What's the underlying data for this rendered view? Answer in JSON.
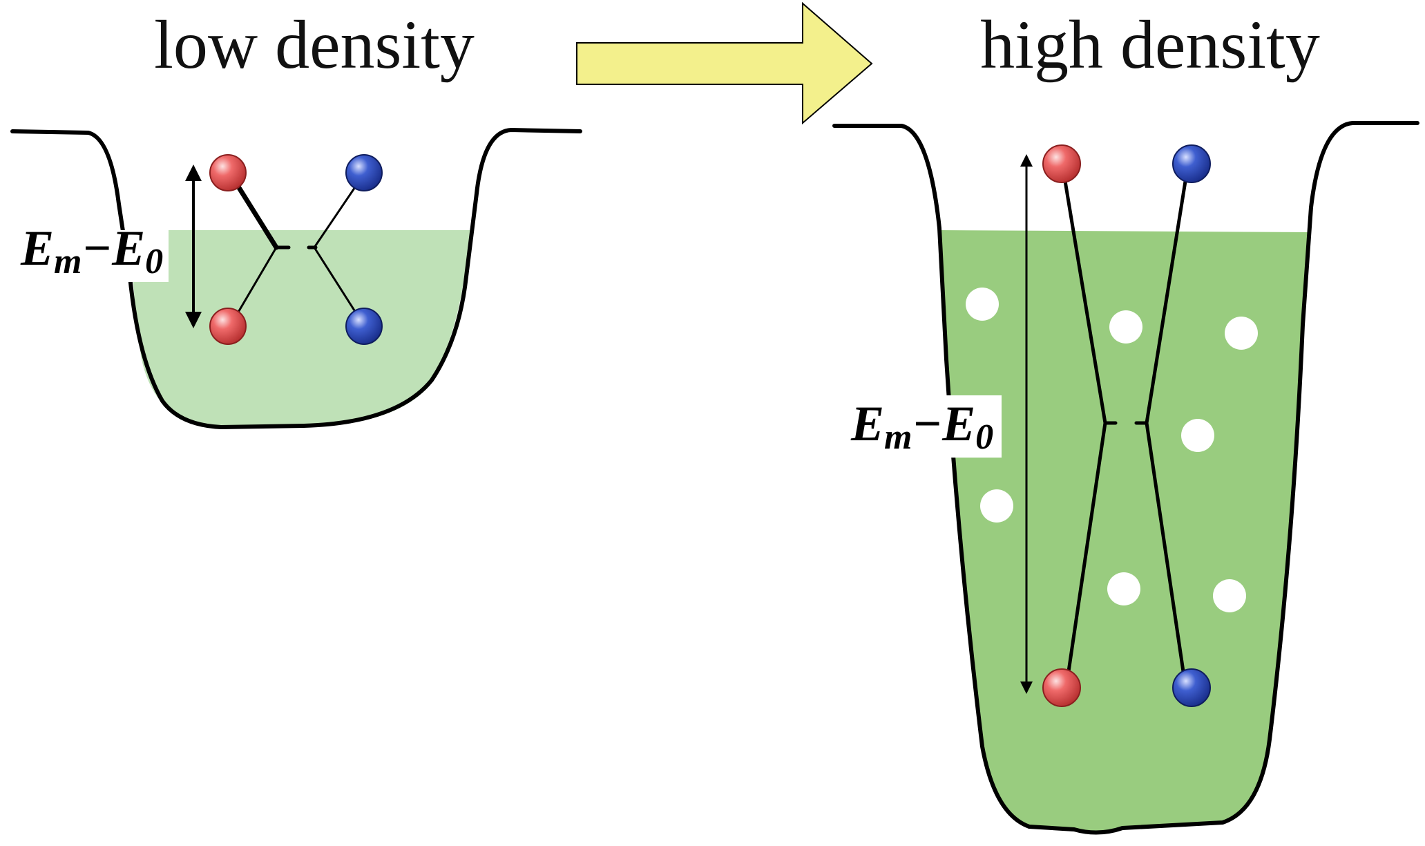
{
  "left_panel": {
    "title": "low density",
    "energy_label": {
      "main_e": "E",
      "sub_m": "m",
      "dash": "−",
      "second_e": "E",
      "sub_0": "0"
    }
  },
  "right_panel": {
    "title": "high density",
    "energy_label": {
      "main_e": "E",
      "sub_m": "m",
      "dash": "−",
      "second_e": "E",
      "sub_0": "0"
    }
  },
  "colors": {
    "arrow_fill": "#f3f08c",
    "low_density_fill": "#bfe1b7",
    "high_density_fill": "#99cc7f",
    "red_sphere": "#e04b4b",
    "blue_sphere": "#2a46b4",
    "particle": "#ffffff"
  }
}
